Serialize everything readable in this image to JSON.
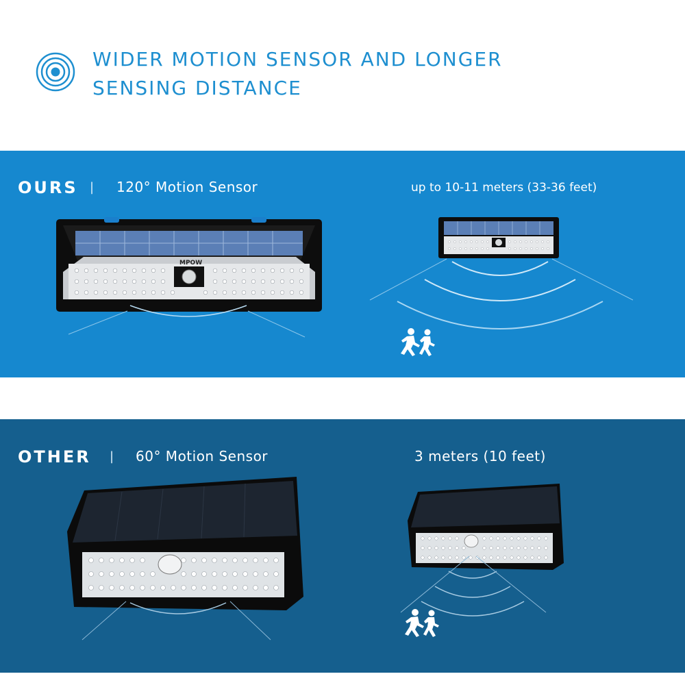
{
  "header": {
    "title_line1": "WIDER MOTION SENSOR AND LONGER",
    "title_line2": "SENSING DISTANCE",
    "icon": "motion-sensor-icon"
  },
  "ours": {
    "label": "OURS",
    "separator": "|",
    "sensor_text": "120° Motion Sensor",
    "distance_text": "up to 10-11 meters (33-36 feet)",
    "brand_logo": "MPOW",
    "icon": "running-people-icon"
  },
  "other": {
    "label": "OTHER",
    "separator": "|",
    "sensor_text": "60° Motion Sensor",
    "distance_text": "3 meters (10 feet)",
    "icon": "running-people-icon"
  },
  "colors": {
    "accent": "#1e8fd0",
    "ours_background": "#1688cf",
    "other_background": "#155f8e",
    "text_light": "#ffffff"
  }
}
